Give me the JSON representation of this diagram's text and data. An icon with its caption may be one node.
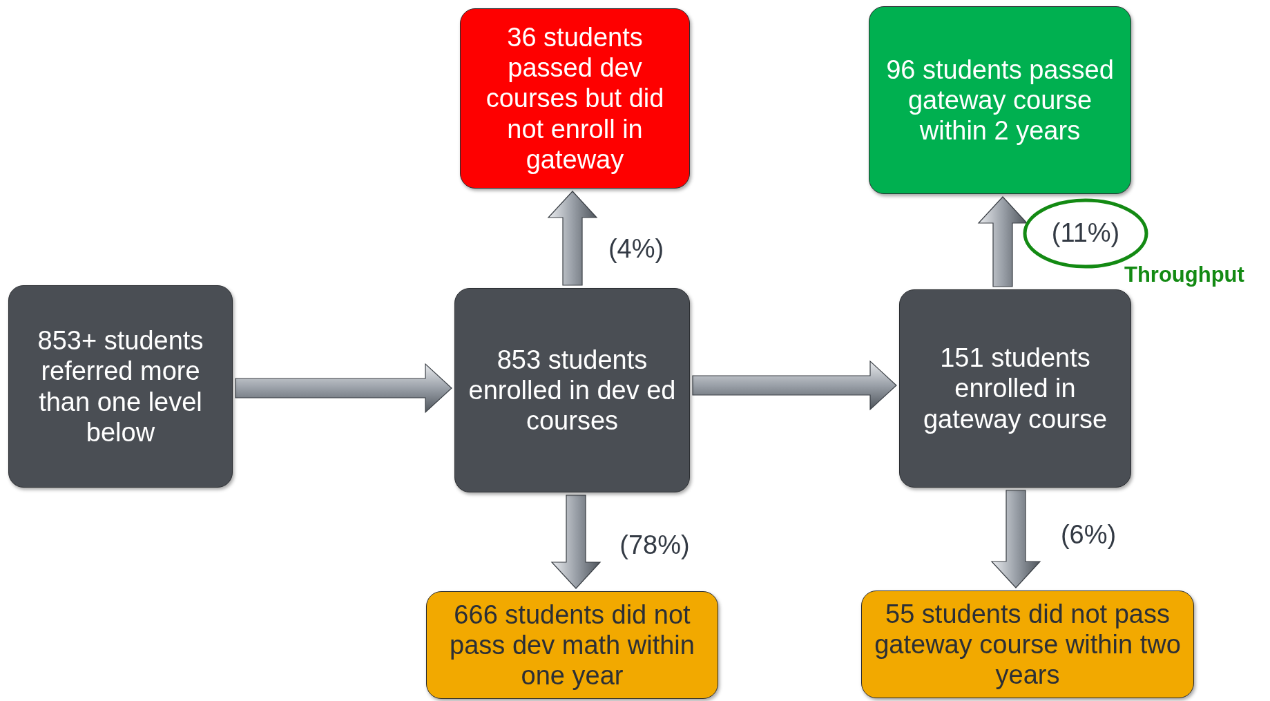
{
  "diagram": {
    "nodes": [
      {
        "text": [
          "853+ students referred more than one level below"
        ]
      },
      {
        "text": [
          "853 students enrolled in dev ed courses"
        ]
      },
      {
        "text": [
          "36 students passed dev courses but did not enroll in gateway"
        ]
      },
      {
        "text": [
          "96 students passed gateway course within 2 years"
        ]
      },
      {
        "text": [
          "151 students enrolled in gateway course"
        ]
      },
      {
        "text": [
          "666 students did not pass dev math within one year"
        ]
      },
      {
        "text": [
          "55 students did not pass gateway course within two years"
        ]
      }
    ],
    "edges": [
      {
        "from": 0,
        "to": 1,
        "arrow": "to"
      },
      {
        "from": 1,
        "to": 4,
        "arrow": "to"
      },
      {
        "from": 1,
        "to": 2,
        "arrow": "to",
        "label": "(4%)"
      },
      {
        "from": 1,
        "to": 5,
        "arrow": "to",
        "label": "(78%)"
      },
      {
        "from": 4,
        "to": 3,
        "arrow": "to",
        "label": "(11%)"
      },
      {
        "from": 4,
        "to": 6,
        "arrow": "to",
        "label": "(6%)"
      }
    ],
    "labels": [
      "Throughput"
    ]
  }
}
